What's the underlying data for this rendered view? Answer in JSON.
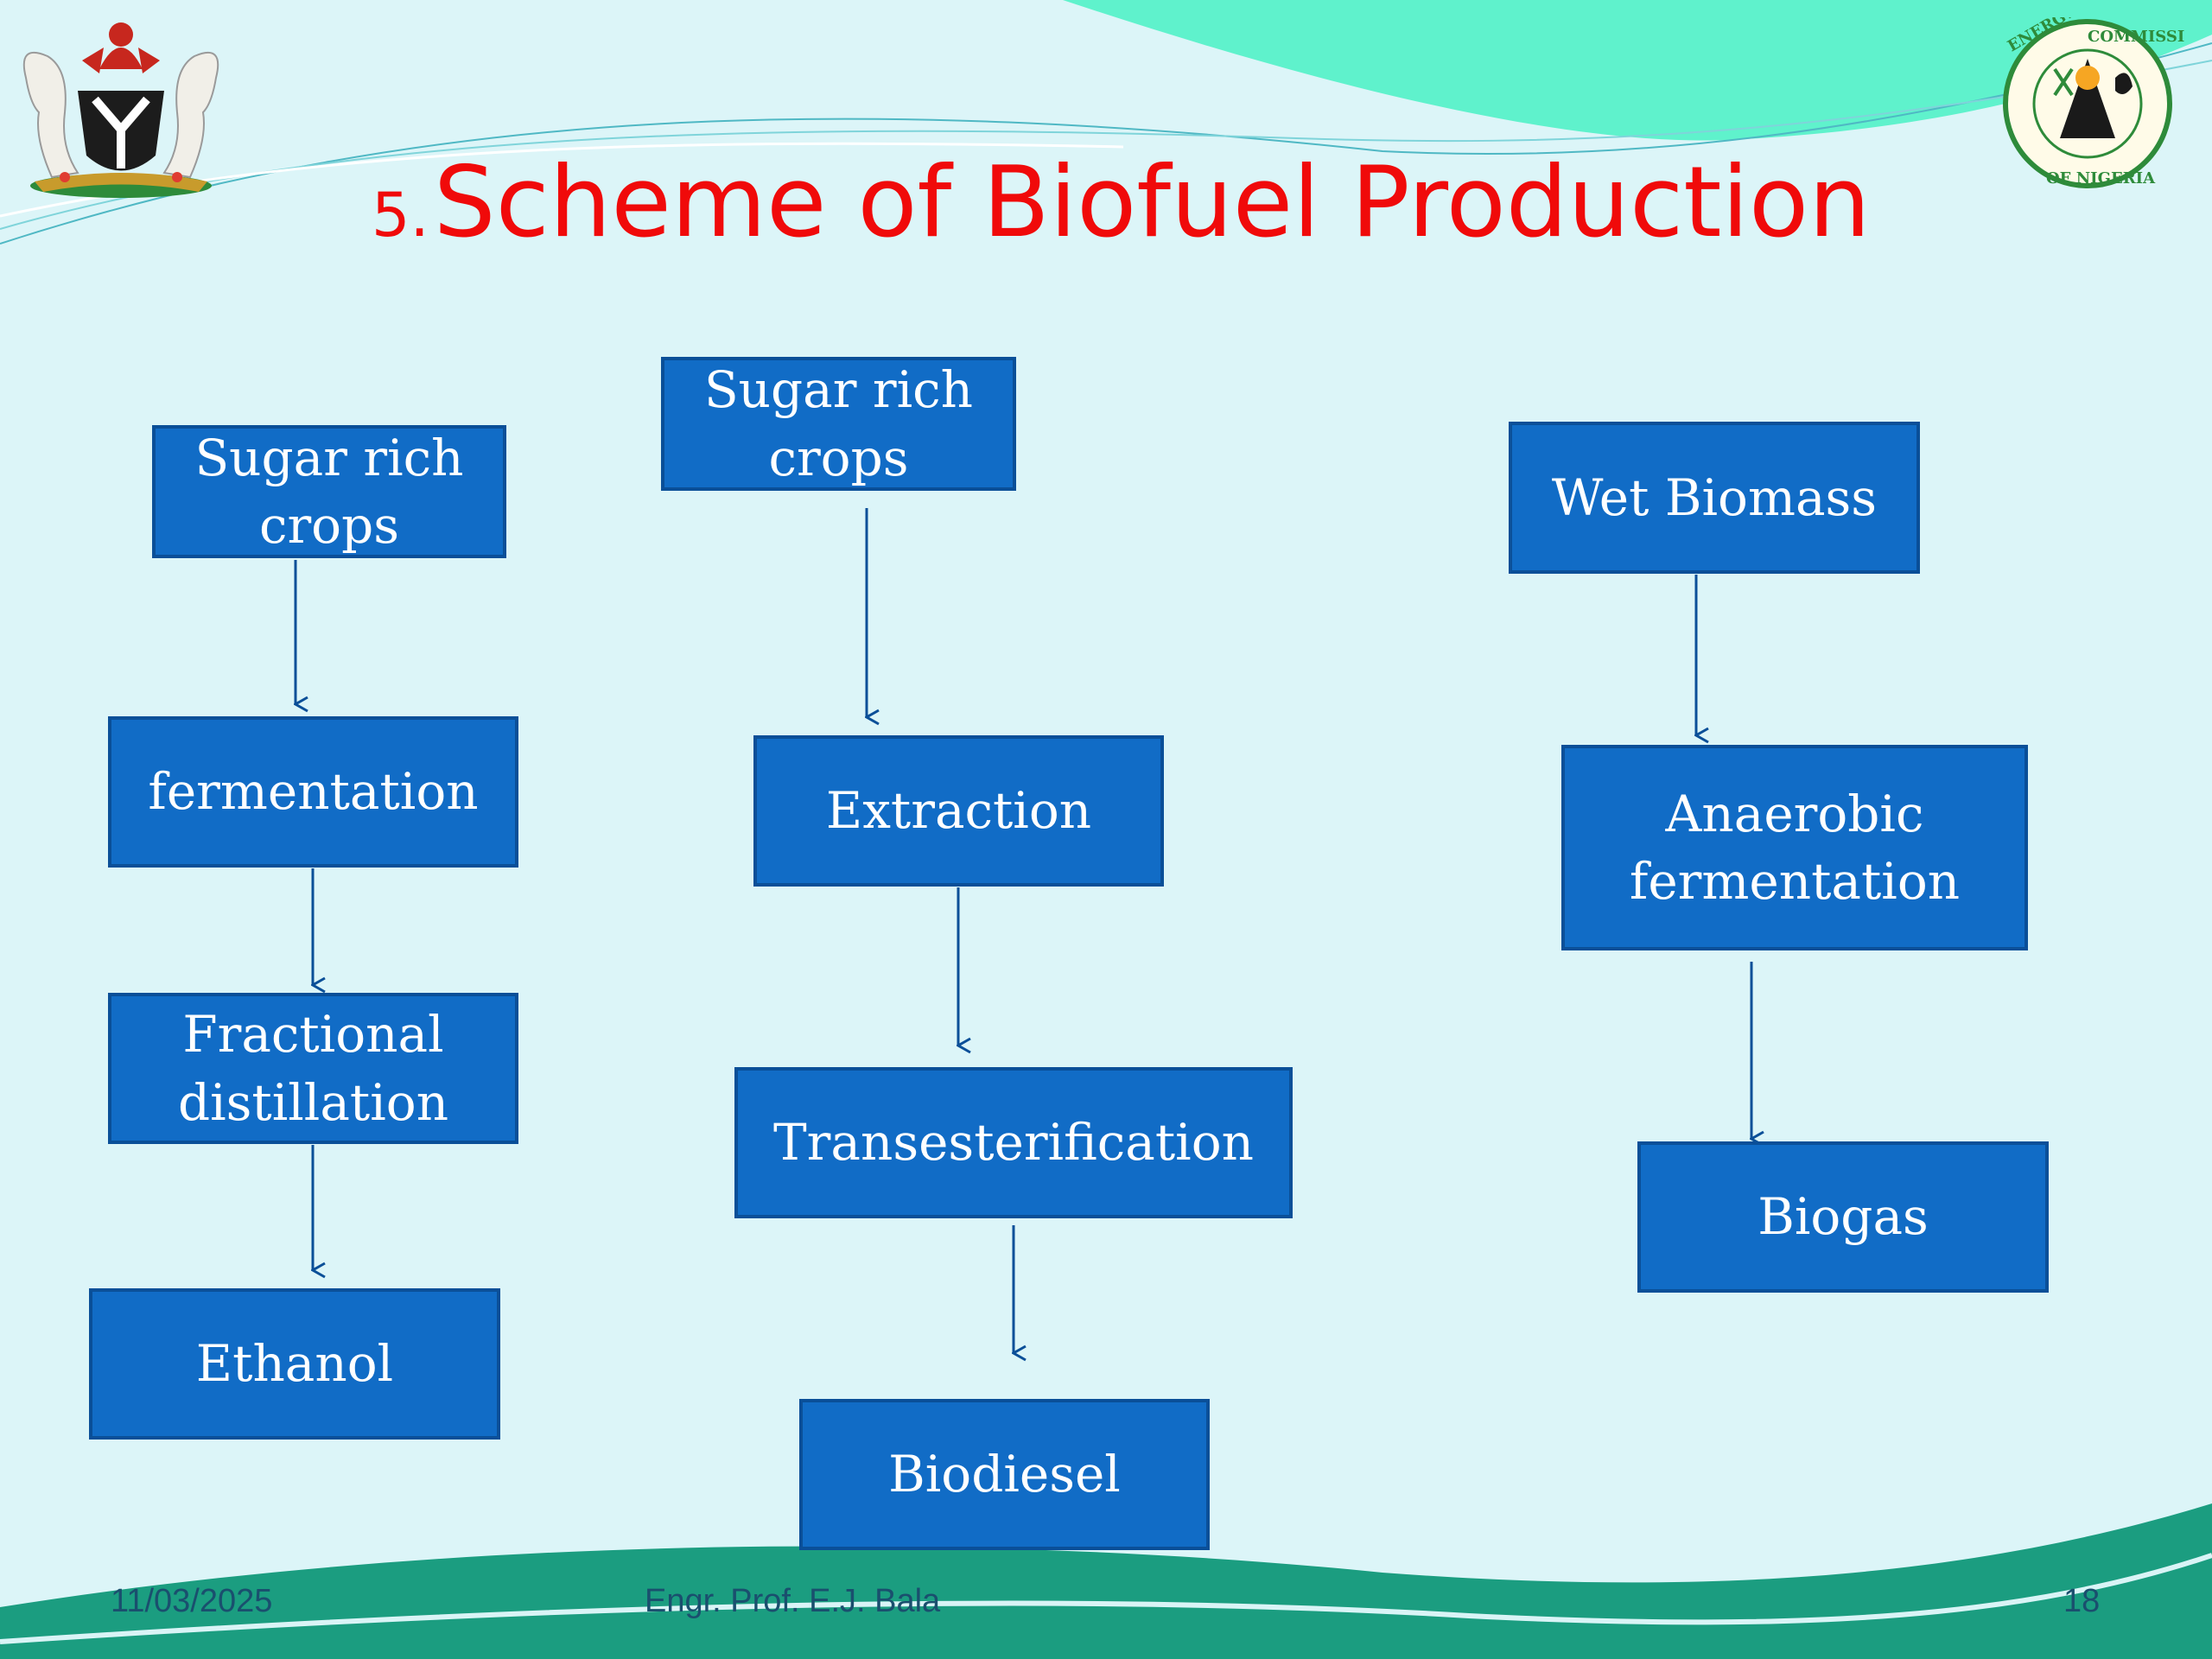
{
  "title": {
    "number": "5.",
    "text": "Scheme of Biofuel Production"
  },
  "nodes": {
    "c1_crops": {
      "line1": "Sugar rich",
      "line2": "crops"
    },
    "c1_fermentation": "fermentation",
    "c1_distillation": {
      "line1": "Fractional",
      "line2": "distillation"
    },
    "c1_ethanol": "Ethanol",
    "c2_crops": {
      "line1": "Sugar rich",
      "line2": "crops"
    },
    "c2_extraction": "Extraction",
    "c2_transesterification": "Transesterification",
    "c2_biodiesel": "Biodiesel",
    "c3_wet_biomass": "Wet Biomass",
    "c3_anaerobic": {
      "line1": "Anaerobic",
      "line2": "fermentation"
    },
    "c3_biogas": "Biogas"
  },
  "edges": [
    [
      "Sugar rich crops",
      "fermentation"
    ],
    [
      "fermentation",
      "Fractional distillation"
    ],
    [
      "Fractional distillation",
      "Ethanol"
    ],
    [
      "Sugar rich crops",
      "Extraction"
    ],
    [
      "Extraction",
      "Transesterification"
    ],
    [
      "Transesterification",
      "Biodiesel"
    ],
    [
      "Wet Biomass",
      "Anaerobic fermentation"
    ],
    [
      "Anaerobic fermentation",
      "Biogas"
    ]
  ],
  "footer": {
    "date": "11/03/2025",
    "author": "Engr. Prof. E.J. Bala",
    "page": "18"
  },
  "logos": {
    "left": "nigeria-coat-of-arms",
    "right_seal_text": "ENERGY COMMISSION OF NIGERIA"
  },
  "colors": {
    "background": "#dcf5f8",
    "box_fill": "#116cc6",
    "box_border": "#0a4f98",
    "title": "#f00a0a",
    "accent_wave": "#5ff2cc",
    "footer_wave": "#1b9d80",
    "arrow": "#0a4f98"
  }
}
